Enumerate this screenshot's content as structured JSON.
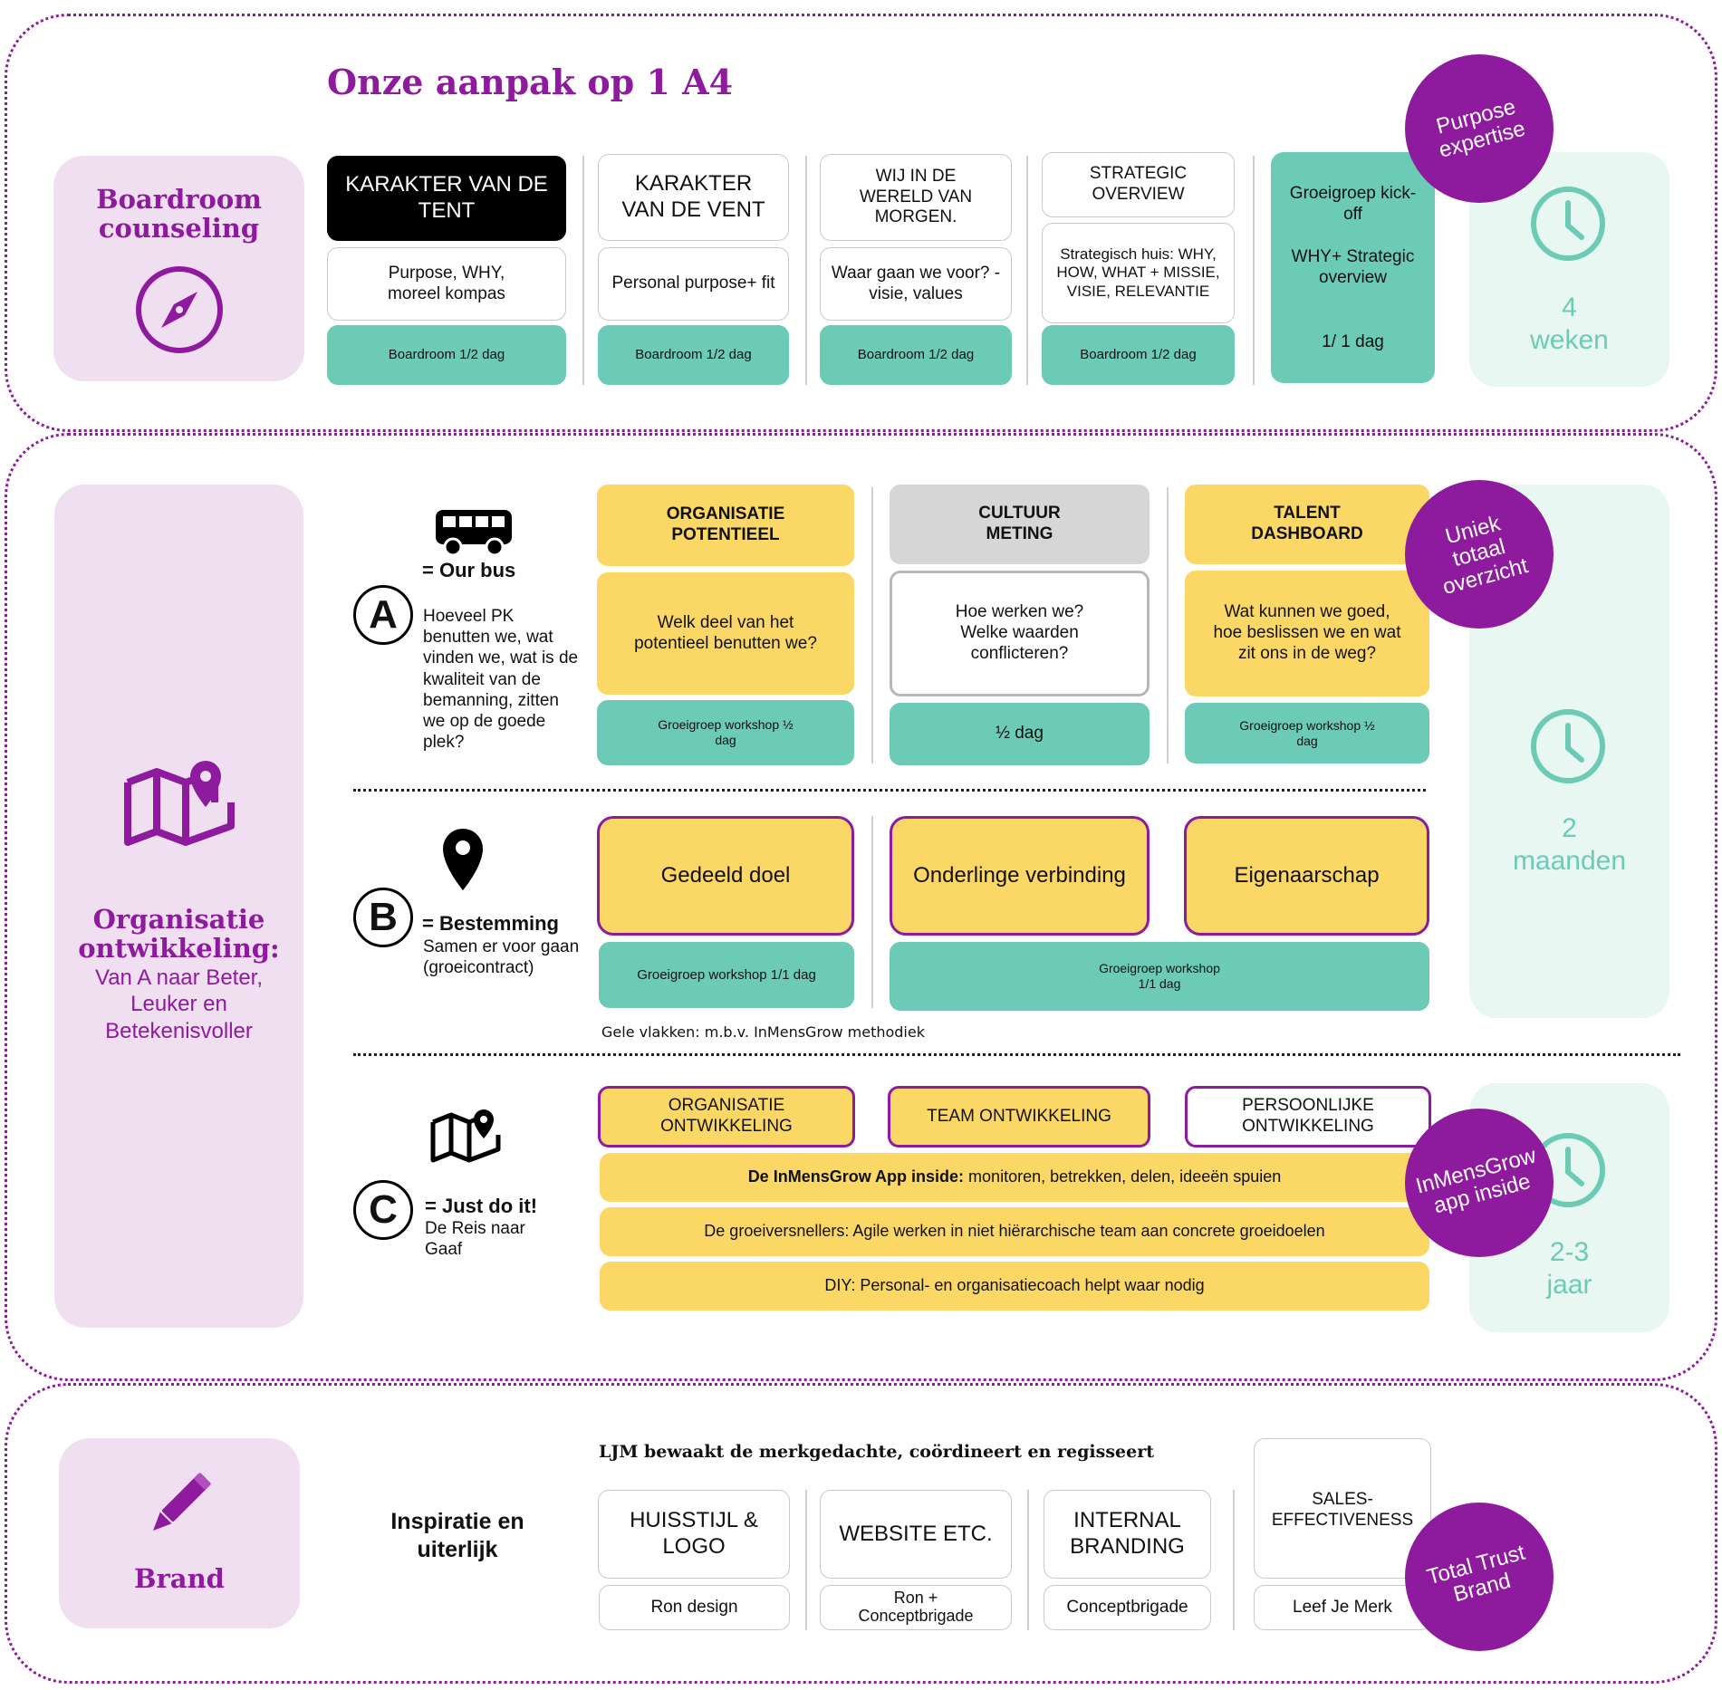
{
  "title": "Onze aanpak op 1 A4",
  "boardroom": {
    "label": "Boardroom counseling",
    "icon": "compass-icon",
    "steps": [
      {
        "header": "KARAKTER VAN DE TENT",
        "content": "Purpose, WHY, moreel kompas",
        "footer": "Boardroom 1/2 dag"
      },
      {
        "header": "KARAKTER VAN DE VENT",
        "content": "Personal purpose+ fit",
        "footer": "Boardroom 1/2 dag"
      },
      {
        "header": "WIJ IN DE WERELD VAN MORGEN.",
        "content": "Waar gaan we voor? - visie, values",
        "footer": "Boardroom 1/2 dag"
      },
      {
        "header": "STRATEGIC OVERVIEW",
        "content": "Strategisch huis: WHY, HOW, WHAT + MISSIE, VISIE, RELEVANTIE",
        "footer": "Boardroom 1/2 dag"
      }
    ],
    "kickoff": {
      "line1": "Groeigroep kick-off",
      "line2": "WHY+ Strategic overview",
      "line3": "1/ 1 dag"
    },
    "duration_num": "4",
    "duration_unit": "weken",
    "badge": "Purpose expertise"
  },
  "org": {
    "label_title": "Organisatie ontwikkeling:",
    "label_sub": "Van A naar Beter, Leuker en Betekenisvoller",
    "icon": "map-pin-icon",
    "a": {
      "letter": "A",
      "icon": "bus-icon",
      "title": "= Our bus",
      "text": "Hoeveel PK benutten we, wat vinden we, wat is de kwaliteit van de bemanning, zitten we op de goede plek?",
      "cols": [
        {
          "header": "ORGANISATIE POTENTIEEL",
          "content": "Welk deel van het potentieel benutten we?",
          "footer": "Groeigroep workshop ½ dag"
        },
        {
          "header": "CULTUUR METING",
          "content": "Hoe werken we? Welke waarden conflicteren?",
          "footer": "½ dag"
        },
        {
          "header": "TALENT DASHBOARD",
          "content": "Wat kunnen we goed, hoe beslissen we en wat zit ons in de weg?",
          "footer": "Groeigroep workshop ½ dag"
        }
      ]
    },
    "b": {
      "letter": "B",
      "icon": "location-pin-icon",
      "title": "= Bestemming",
      "text": "Samen er voor gaan (groeicontract)",
      "items": [
        "Gedeeld doel",
        "Onderlinge verbinding",
        "Eigenaarschap"
      ],
      "footer1": "Groeigroep workshop 1/1 dag",
      "footer2": "Groeigroep workshop 1/1 dag",
      "note": "Gele vlakken: m.b.v. InMensGrow methodiek"
    },
    "c": {
      "letter": "C",
      "icon": "map-icon",
      "title": "= Just do it!",
      "text": "De Reis naar Gaaf",
      "headers": [
        "ORGANISATIE ONTWIKKELING",
        "TEAM ONTWIKKELING",
        "PERSOONLIJKE ONTWIKKELING"
      ],
      "bar1_bold": "De InMensGrow App inside:",
      "bar1_rest": " monitoren, betrekken, delen, ideeën spuien",
      "bar2": "De groeiversnellers: Agile werken in niet hiërarchische team aan concrete groeidoelen",
      "bar3": "DIY: Personal- en organisatiecoach helpt waar nodig"
    },
    "duration1_num": "2",
    "duration1_unit": "maanden",
    "duration2_num": "2-3",
    "duration2_unit": "jaar",
    "badge1": "Uniek totaal overzicht",
    "badge2": "InMensGrow app inside"
  },
  "brand": {
    "label": "Brand",
    "icon": "pencil-icon",
    "heading": "LJM bewaakt de merkgedachte, coördineert en regisseert",
    "left_label": "Inspiratie en uiterlijk",
    "items": [
      {
        "header": "HUISSTIJL & LOGO",
        "footer": "Ron design"
      },
      {
        "header": "WEBSITE ETC.",
        "footer": "Ron + Conceptbrigade"
      },
      {
        "header": "INTERNAL BRANDING",
        "footer": "Conceptbrigade"
      },
      {
        "header": "SALES-EFFECTIVENESS",
        "footer": "Leef Je Merk"
      }
    ],
    "badge": "Total Trust Brand"
  },
  "colors": {
    "purple": "#8e1a9e",
    "teal": "#6ccbb6",
    "yellow": "#fbd766",
    "lilac": "#f0dff0",
    "mint": "#e9f7f3"
  }
}
